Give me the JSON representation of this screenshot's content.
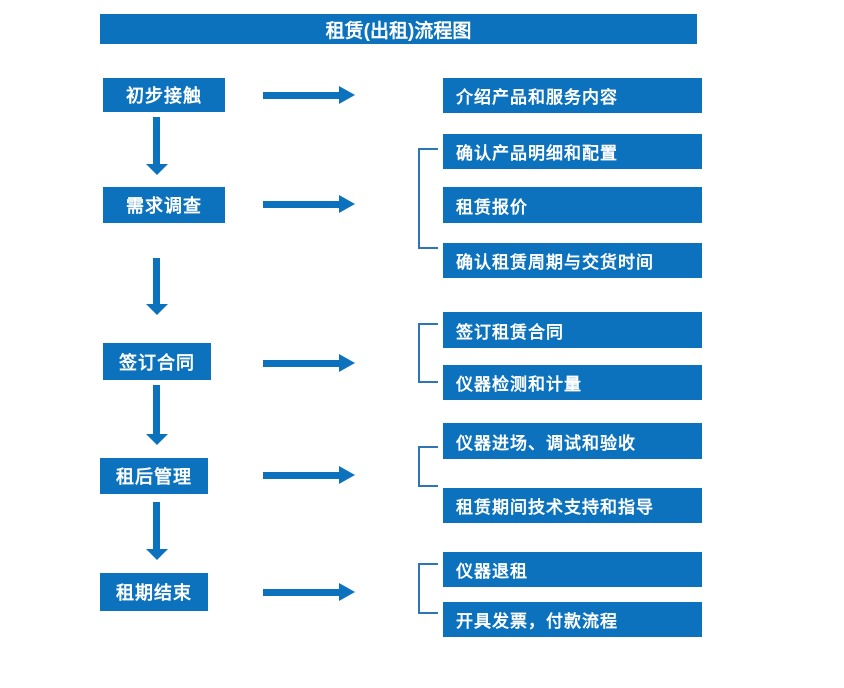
{
  "title": "租赁(出租)流程图",
  "colors": {
    "primary": "#0c72bd",
    "bracket_line": "#2e75b6",
    "text": "#ffffff",
    "background": "#ffffff"
  },
  "flow": {
    "steps": [
      {
        "label": "初步接触",
        "details": [
          "介绍产品和服务内容"
        ]
      },
      {
        "label": "需求调查",
        "details": [
          "确认产品明细和配置",
          "租赁报价",
          "确认租赁周期与交货时间"
        ]
      },
      {
        "label": "签订合同",
        "details": [
          "签订租赁合同",
          "仪器检测和计量"
        ]
      },
      {
        "label": "租后管理",
        "details": [
          "仪器进场、调试和验收",
          "租赁期间技术支持和指导"
        ]
      },
      {
        "label": "租期结束",
        "details": [
          "仪器退租",
          "开具发票，付款流程"
        ]
      }
    ]
  }
}
